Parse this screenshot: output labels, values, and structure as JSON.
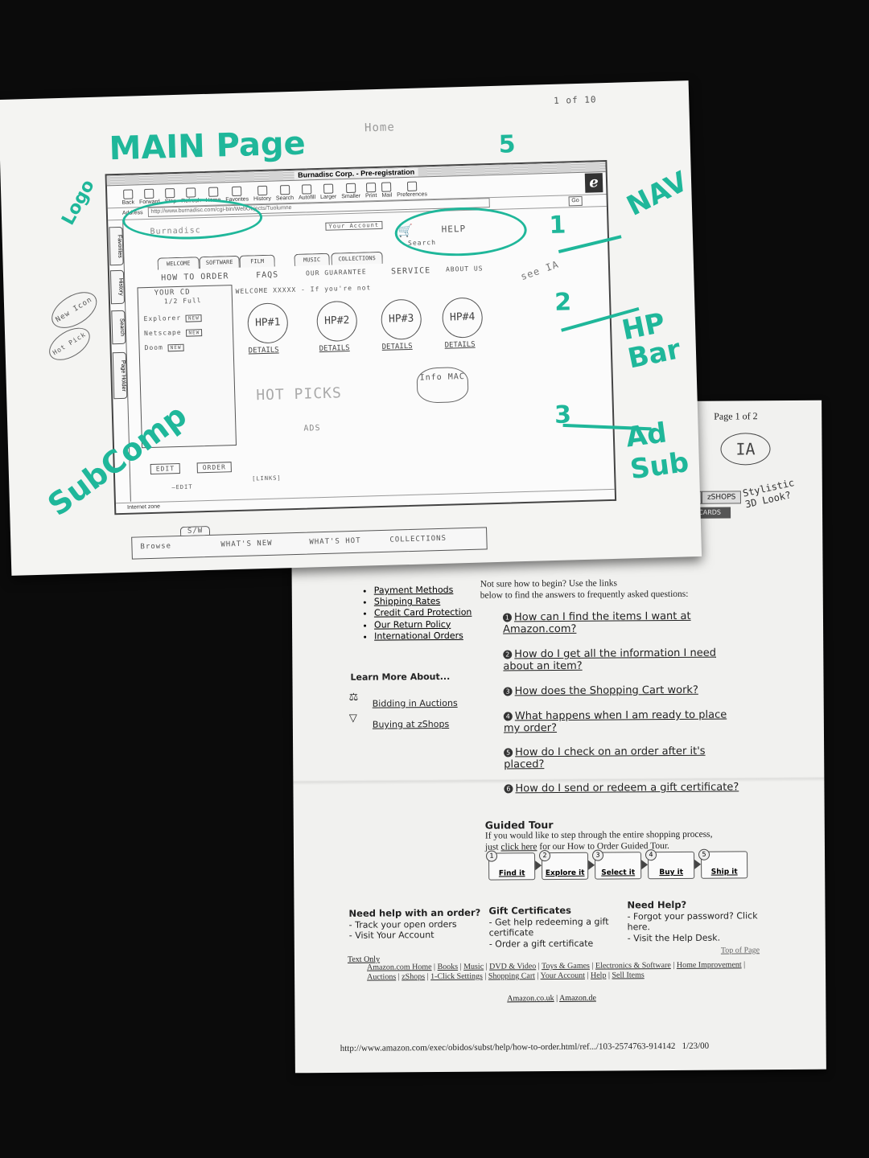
{
  "printout": {
    "page_label": "Page 1 of 2",
    "ia_note": "IA",
    "tabs": [
      "S",
      "zSHOPS"
    ],
    "cards_label": "CARDS",
    "stylistic_note": "Stylistic 3D Look?",
    "intro_line1": "Not sure how to begin? Use the links",
    "intro_line2": "below to find the answers to frequently asked questions:",
    "quick_links": [
      "Payment Methods",
      "Shipping Rates",
      "Credit Card Protection",
      "Our Return Policy",
      "International Orders"
    ],
    "learn_more_heading": "Learn More About...",
    "learn_more_links": [
      "Bidding in Auctions",
      "Buying at zShops"
    ],
    "faqs": [
      {
        "n": "1",
        "q": "How can I find the items I want at Amazon.com?"
      },
      {
        "n": "2",
        "q": "How do I get all the information I need about an item?"
      },
      {
        "n": "3",
        "q": "How does the Shopping Cart work?"
      },
      {
        "n": "4",
        "q": "What happens when I am ready to place my order?"
      },
      {
        "n": "5",
        "q": "How do I check on an order after it's placed?"
      },
      {
        "n": "6",
        "q": "How do I send or redeem a gift certificate?"
      }
    ],
    "guided_tour_heading": "Guided Tour",
    "guided_tour_text1": "If you would like to step through the entire shopping process,",
    "guided_tour_text2_pre": "just ",
    "guided_tour_link": "click here",
    "guided_tour_text2_post": " for our How to Order Guided Tour.",
    "tour_steps": [
      {
        "n": "1",
        "label": "Find it"
      },
      {
        "n": "2",
        "label": "Explore it"
      },
      {
        "n": "3",
        "label": "Select it"
      },
      {
        "n": "4",
        "label": "Buy it"
      },
      {
        "n": "5",
        "label": "Ship it"
      }
    ],
    "help_order_heading": "Need help with an order?",
    "help_order_items": [
      "- Track your open orders",
      "- Visit Your Account"
    ],
    "gift_heading": "Gift Certificates",
    "gift_items": [
      "- Get help redeeming a gift certificate",
      "- Order a gift certificate"
    ],
    "need_help_heading": "Need Help?",
    "need_help_items": [
      "- Forgot your password? Click here.",
      "- Visit the Help Desk."
    ],
    "text_only": "Text Only",
    "top_of_page": "Top of Page",
    "footer_links": [
      "Amazon.com Home",
      "Books",
      "Music",
      "DVD & Video",
      "Toys & Games",
      "Electronics & Software",
      "Home Improvement",
      "Auctions",
      "zShops",
      "1-Click Settings",
      "Shopping Cart",
      "Your Account",
      "Help",
      "Sell Items"
    ],
    "intl_links": [
      "Amazon.co.uk",
      "Amazon.de"
    ],
    "url_line": "http://www.amazon.com/exec/obidos/subst/help/how-to-order.html/ref.../103-2574763-914142",
    "date": "1/23/00"
  },
  "sketch": {
    "page_number": "1 of 10",
    "home_label": "Home",
    "main_page_label": "MAIN Page",
    "logo_label": "Logo",
    "nav_label": "NAV",
    "hp_bar_label": "HP Bar",
    "ad_sub_label": "Ad Sub",
    "subcomp_label": "SubComp",
    "num_1": "1",
    "num_2": "2",
    "num_3": "3",
    "num_5": "5",
    "see_ia": "see IA",
    "new_icon_note": "New Icon",
    "hot_pick_note": "Hot Pick",
    "browser": {
      "title": "Burnadisc Corp. - Pre-registration",
      "toolbar": [
        "Back",
        "Forward",
        "Stop",
        "Refresh",
        "Home",
        "Favorites",
        "History",
        "Search",
        "Autofill",
        "Larger",
        "Smaller",
        "Print",
        "Mail",
        "Preferences"
      ],
      "address_label": "Address",
      "url": "http://www.burnadisc.com/cgi-bin/WebObjects/Tuolumne",
      "go_label": "Go",
      "side_tabs": [
        "Favorites",
        "History",
        "Search",
        "Page Holder"
      ],
      "status": "Internet zone"
    },
    "logo_text": "Burnadisc",
    "your_account": "Your Account",
    "help_text": "HELP",
    "search_text": "Search",
    "top_tabs": [
      "WELCOME",
      "SOFTWARE",
      "FILM",
      "MUSIC",
      "COLLECTIONS"
    ],
    "nav_links": [
      "HOW TO ORDER",
      "FAQS",
      "OUR GUARANTEE",
      "SERVICE",
      "ABOUT US"
    ],
    "cd_title": "YOUR CD",
    "cd_sub": "1/2 Full",
    "welcome_line": "WELCOME XXXXX - If you're not",
    "cd_items": [
      {
        "label": "Explorer",
        "tag": "NEW"
      },
      {
        "label": "Netscape",
        "tag": "NEW"
      },
      {
        "label": "Doom",
        "tag": "NEW"
      }
    ],
    "hp_circles": [
      "HP#1",
      "HP#2",
      "HP#3",
      "HP#4"
    ],
    "details_label": "DETAILS",
    "hot_picks": "HOT PICKS",
    "ads": "ADS",
    "info_mac": "Info MAC",
    "edit_button": "EDIT",
    "order_button": "ORDER",
    "edit_note": "—EDIT",
    "links_note": "[LINKS]",
    "bottom_tab": "S/W",
    "bottom_nav": [
      "Browse",
      "WHAT'S NEW",
      "WHAT'S HOT",
      "COLLECTIONS"
    ]
  },
  "colors": {
    "marker_green": "#1fb79a",
    "background": "#0b0b0b"
  }
}
